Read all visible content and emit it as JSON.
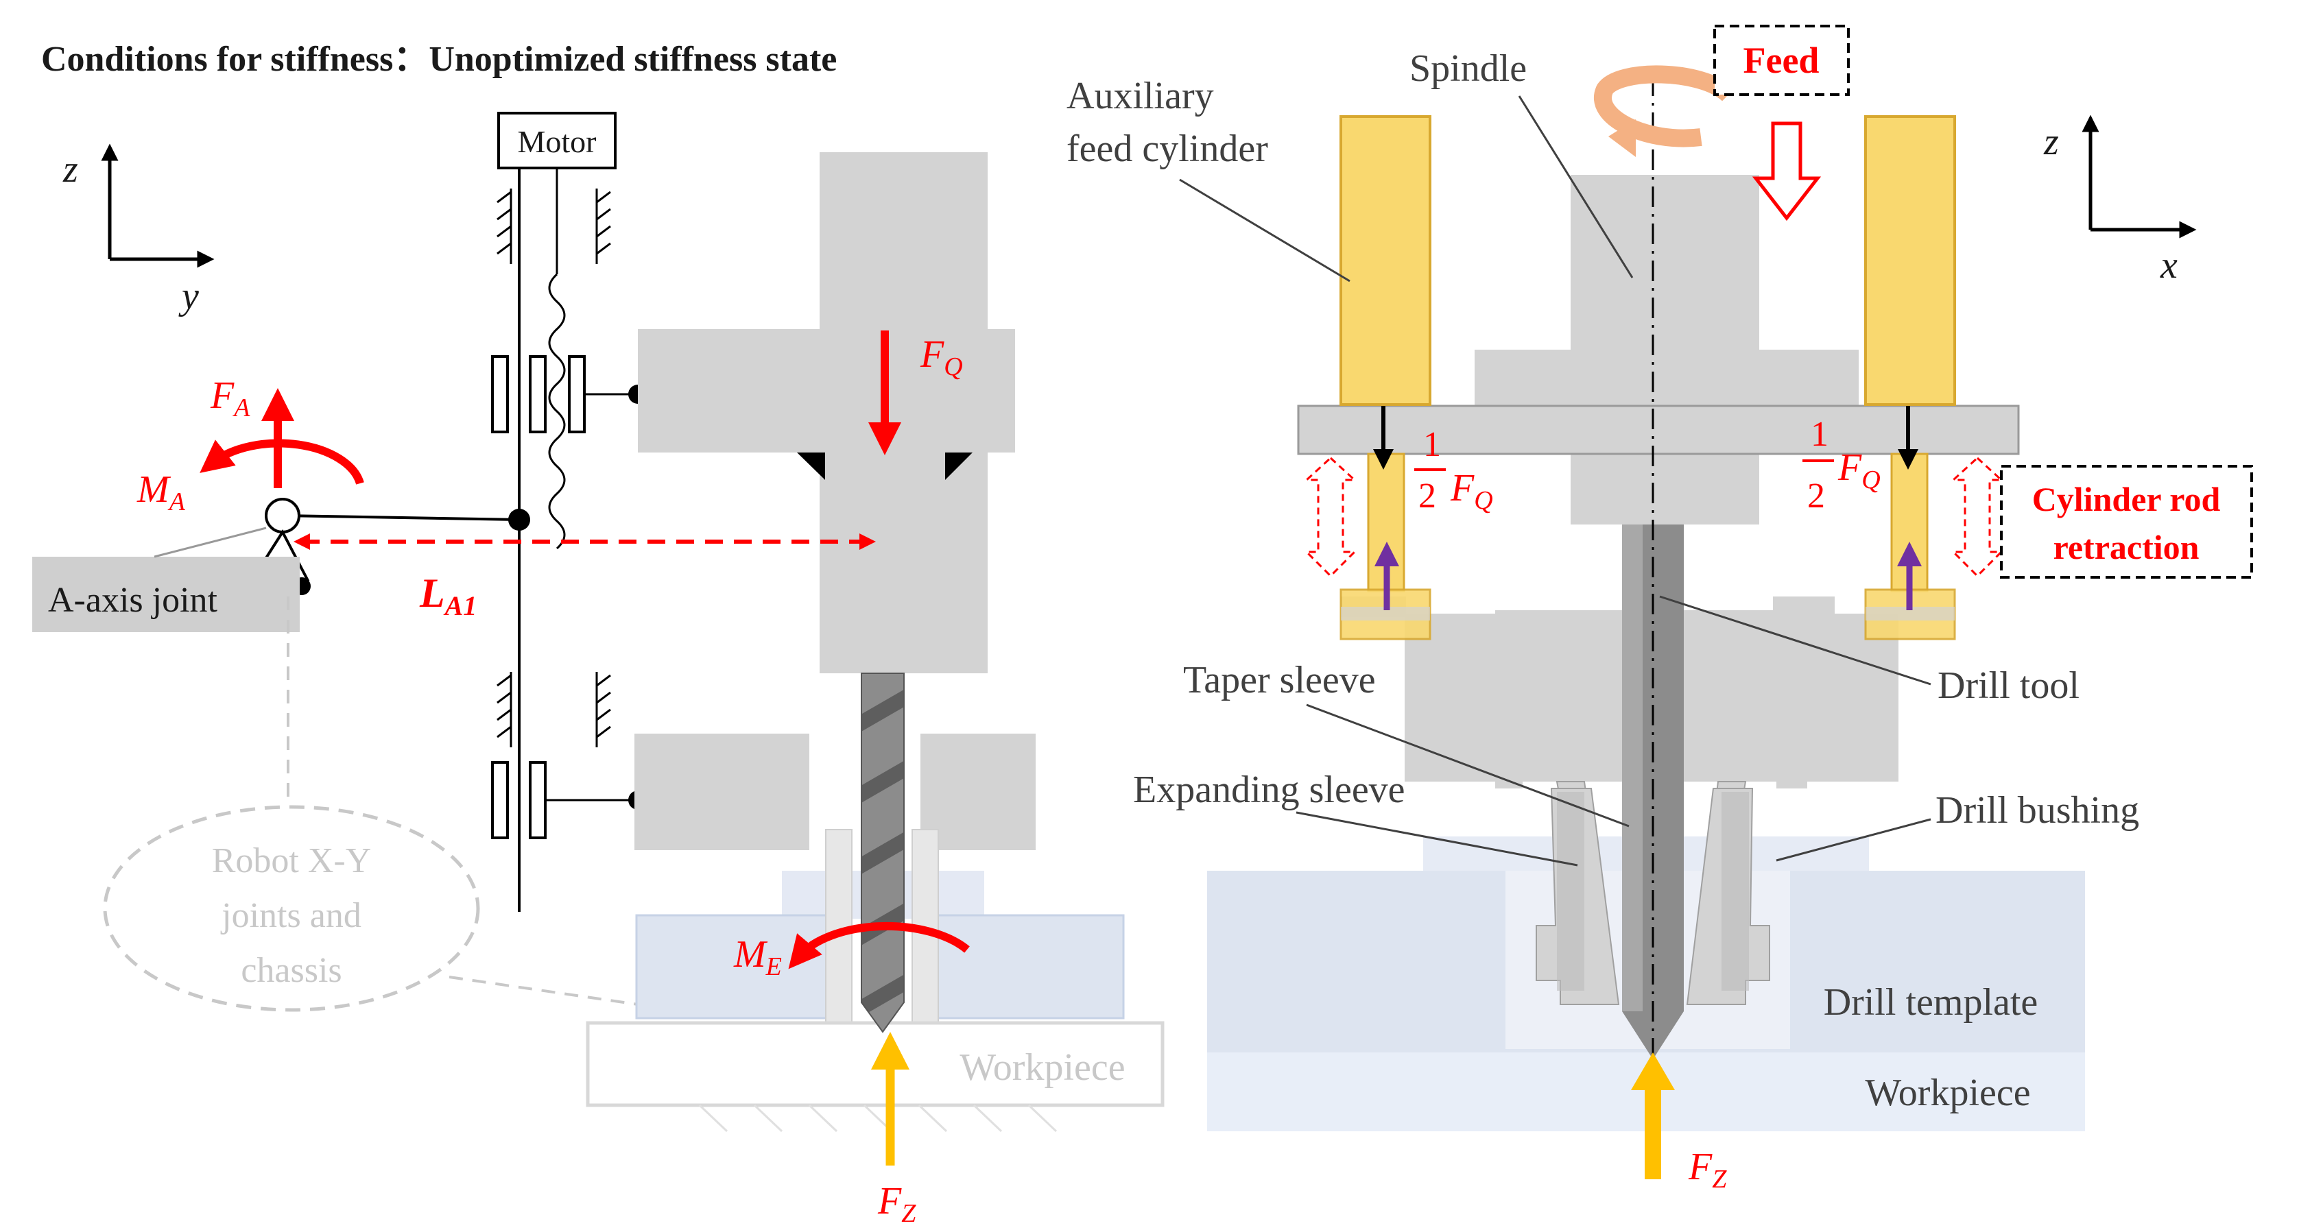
{
  "title": "Conditions for stiffness：Unoptimized stiffness state",
  "colors": {
    "red": "#ff0000",
    "gold": "#f9d86f",
    "gold_edge": "#d8a830",
    "arrow_gold": "#ffc000",
    "purple": "#7030a0",
    "machine_gray": "#d3d3d3",
    "tool_gray": "#8c8c8c",
    "template_blue": "#dde4f0"
  },
  "left": {
    "axis_z": "z",
    "axis_y": "y",
    "motor": "Motor",
    "a_axis_joint": "A-axis joint",
    "robot_joints": [
      "Robot X-Y",
      "joints and",
      "chassis"
    ],
    "workpiece": "Workpiece",
    "force_A": {
      "sym": "F",
      "sub": "A"
    },
    "moment_A": {
      "sym": "M",
      "sub": "A"
    },
    "length_A1": {
      "sym": "L",
      "sub": "A1"
    },
    "force_Q": {
      "sym": "F",
      "sub": "Q"
    },
    "moment_E": {
      "sym": "M",
      "sub": "E"
    },
    "force_Z": {
      "sym": "F",
      "sub": "Z"
    }
  },
  "right": {
    "axis_z": "z",
    "axis_x": "x",
    "spindle": "Spindle",
    "feed": "Feed",
    "aux_cylinder": [
      "Auxiliary",
      "feed cylinder"
    ],
    "cylinder_retraction": [
      "Cylinder rod",
      "retraction"
    ],
    "drill_tool": "Drill tool",
    "taper_sleeve": "Taper sleeve",
    "expanding_sleeve": "Expanding sleeve",
    "drill_bushing": "Drill bushing",
    "drill_template": "Drill template",
    "workpiece": "Workpiece",
    "half_num": "1",
    "half_den": "2",
    "force_Q": {
      "sym": "F",
      "sub": "Q"
    },
    "force_Z": {
      "sym": "F",
      "sub": "Z"
    }
  }
}
